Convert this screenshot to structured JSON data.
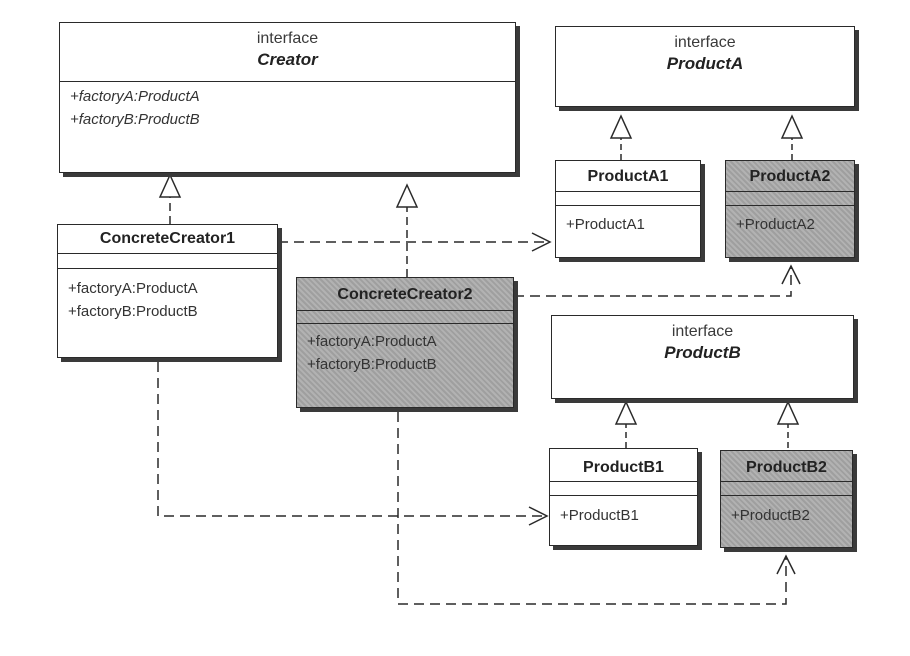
{
  "stereotype": "interface",
  "creator": {
    "name": "Creator",
    "ops": [
      "+factoryA:ProductA",
      "+factoryB:ProductB"
    ]
  },
  "product_a": {
    "name": "ProductA"
  },
  "product_b": {
    "name": "ProductB"
  },
  "concrete_creator_1": {
    "name": "ConcreteCreator1",
    "ops": [
      "+factoryA:ProductA",
      "+factoryB:ProductB"
    ]
  },
  "concrete_creator_2": {
    "name": "ConcreteCreator2",
    "ops": [
      "+factoryA:ProductA",
      "+factoryB:ProductB"
    ]
  },
  "product_a1": {
    "name": "ProductA1",
    "ops": [
      "+ProductA1"
    ]
  },
  "product_a2": {
    "name": "ProductA2",
    "ops": [
      "+ProductA2"
    ]
  },
  "product_b1": {
    "name": "ProductB1",
    "ops": [
      "+ProductB1"
    ]
  },
  "product_b2": {
    "name": "ProductB2",
    "ops": [
      "+ProductB2"
    ]
  },
  "colors": {
    "line": "#2a2a2a",
    "shaded_fill": "#a9a9a9",
    "plain_fill": "#ffffff",
    "shadow": "#3a3a3a"
  }
}
